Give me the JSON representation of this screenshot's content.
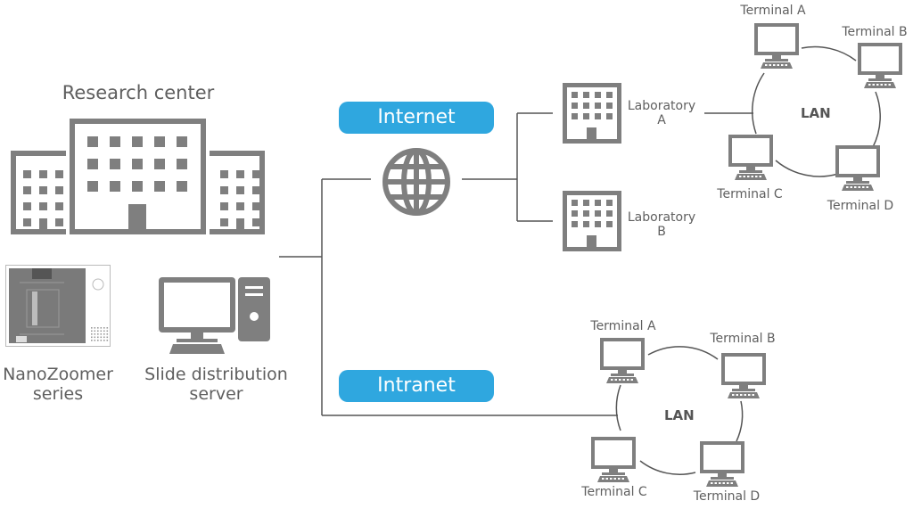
{
  "research_center": {
    "title": "Research center",
    "devices": [
      {
        "name": "NanoZoomer series",
        "lines": [
          "NanoZoomer",
          "series"
        ]
      },
      {
        "name": "Slide distribution server",
        "lines": [
          "Slide distribution",
          "server"
        ]
      }
    ]
  },
  "networks": {
    "internet": {
      "label": "Internet"
    },
    "intranet": {
      "label": "Intranet"
    }
  },
  "laboratories": [
    {
      "lines": [
        "Laboratory",
        "A"
      ]
    },
    {
      "lines": [
        "Laboratory",
        "B"
      ]
    }
  ],
  "lan_top": {
    "label": "LAN",
    "terminals": [
      "Terminal A",
      "Terminal B",
      "Terminal C",
      "Terminal D"
    ]
  },
  "lan_bottom": {
    "label": "LAN",
    "terminals": [
      "Terminal A",
      "Terminal B",
      "Terminal C",
      "Terminal D"
    ]
  },
  "colors": {
    "accent": "#2fa7df",
    "icon": "#7f7f7f",
    "line": "#555555",
    "text": "#5f5f5f"
  }
}
